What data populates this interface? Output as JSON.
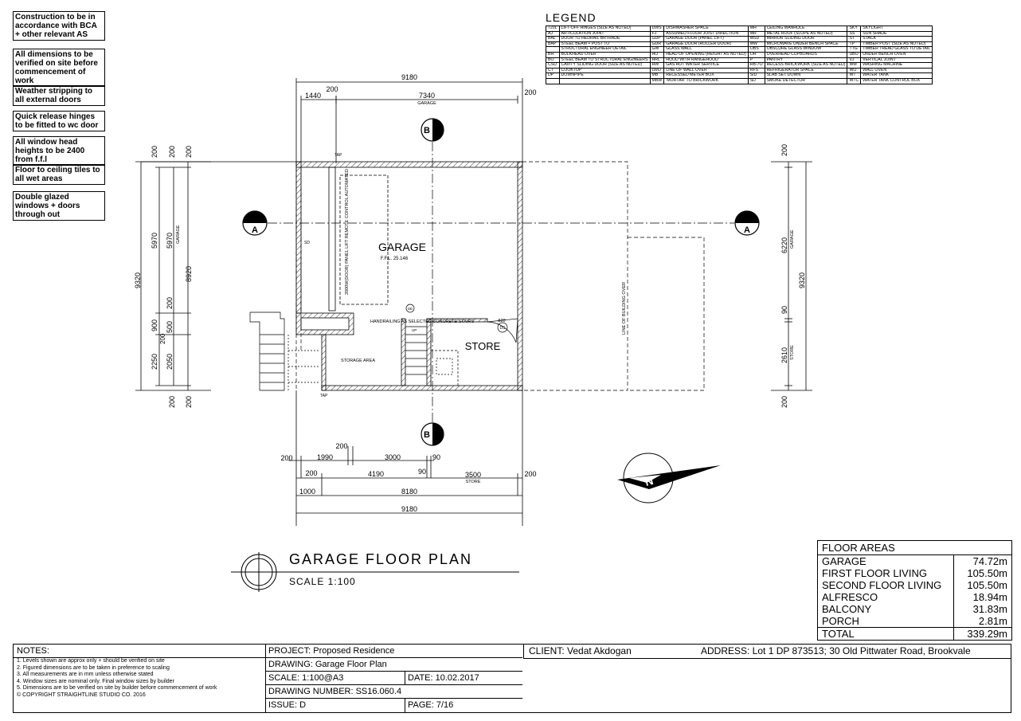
{
  "notes_left": [
    "Construction to be in accordance with BCA + other relevant AS",
    "All dimensions to be verified on site before commencement of work",
    "Weather stripping to all external doors",
    "Quick release hinges to be fitted to wc door",
    "All window head heights to be 2400 from f.f.l",
    "Floor to ceiling tiles to all wet areas",
    "Double glazed windows + doors through out"
  ],
  "legend": {
    "title": "LEGEND",
    "rows": [
      [
        "720L",
        "LIFT-OFF HINGES (SIZE AS NOTED)",
        "DWS",
        "DISHWASHER SPACE",
        "MH",
        "CEILING MANHOLE",
        "SKY",
        "SKYLIGHT"
      ],
      [
        "AJ",
        "ARTICULATION JOINT",
        "FJ",
        "ASSUMED FLOOR JOIST DIRECTION",
        "MR",
        "METAL ROOF (SLOPE AS NOTED)",
        "SS",
        "SUN SHADE"
      ],
      [
        "BAL",
        "DOOR TO HEDRAIL BRTRADE",
        "GDP",
        "GARAGE DOOR (PANEL LIFT)",
        "MSD",
        "MIRROR SLIDING DOOR",
        "ST",
        "STACK"
      ],
      [
        "BAP",
        "STEEL BEAM + POST TO",
        "GDR",
        "GARAGE DOOR (ROLLER DOOR)",
        "MW",
        "MICROWAVE UNDER BENCH SPACE",
        "TP",
        "TIMBER POST (SIZE AS NOTED)"
      ],
      [
        "",
        "STRUCTURAL ENGINEER DETAIL",
        "GW",
        "GLASS WALL",
        "OBS",
        "OBSCURE GLASS WINDOW",
        "TTG",
        "TIMBER TREAD GLASS TO DETAIL"
      ],
      [
        "BH",
        "BULKHEAD OVER",
        "HO",
        "HEAD OF OPENING (HEIGHT AS NOTED)",
        "OH",
        "OVERHEAD CUPBOARDS",
        "UBO",
        "UNDER BENCH OVEN"
      ],
      [
        "BO",
        "STEEL BEAM TO STRUCTURAL ENGINEERS",
        "HRL",
        "HOOD WITH RANGEHOOD",
        "P",
        "PANTRY",
        "VJ",
        "VERTICAL JOINT"
      ],
      [
        "CSD",
        "CAVITY SLIDING DOOR (SIZE AS NOTED)",
        "HW",
        "GAS HOT WATER SERVICE",
        "RB-7O",
        "RECESS BRICKWORK (SIZE AS NOTED)",
        "WM",
        "WASHING MACHINE"
      ],
      [
        "CT",
        "COOKTOP",
        "LWO",
        "LINE OF WALL OVER",
        "RFS",
        "REFRIGERATOR SPACE",
        "WO",
        "WALL OVEN"
      ],
      [
        "DP",
        "DOWNPIPE",
        "MB",
        "RECESSED METER BOX",
        "S/D",
        "SLAB SET DOWN",
        "WT",
        "WATER TANK"
      ],
      [
        "",
        "",
        "MBW",
        "'MORTAR' TO BRICKWORK",
        "SD",
        "SMOKE DETECTOR",
        "WTC",
        "WATER TANK CONTROL BOX"
      ]
    ]
  },
  "plan": {
    "dims_top": [
      "9180",
      "200",
      "1440",
      "7340",
      "GARAGE",
      "200"
    ],
    "dims_bottom": [
      "200",
      "200",
      "1990",
      "3000",
      "90",
      "200",
      "4190",
      "90",
      "3500",
      "STORE",
      "200",
      "1000",
      "8180",
      "9180"
    ],
    "dims_left": [
      "200",
      "200",
      "200",
      "5970",
      "5970",
      "GARAGE",
      "9320",
      "8920",
      "200",
      "900",
      "500",
      "200",
      "2250",
      "2050",
      "200",
      "200"
    ],
    "dims_right": [
      "200",
      "6220",
      "GARAGE",
      "9320",
      "90",
      "2610",
      "STORE",
      "200"
    ],
    "section_a": "A",
    "section_b": "B",
    "room_garage": "GARAGE",
    "ffl": "F.F.L. 25.146",
    "room_store": "STORE",
    "storage_area": "STORAGE AREA",
    "handrail": "HANDRAILING AS SELECTED CONCRETE STAIRS",
    "door_label": "2000W(DOOR) PANEL LIFT REMOTE CONTROL AUTOMATED",
    "line_building_over": "LINE OF BUILDING OVER",
    "tap": "TAP",
    "up": "UP",
    "sd": "SD",
    "ds": "DS",
    "dim_820": "820",
    "north": "N"
  },
  "title": {
    "main": "GARAGE FLOOR PLAN",
    "scale": "SCALE 1:100"
  },
  "floor_areas": {
    "title": "FLOOR AREAS",
    "rows": [
      {
        "name": "GARAGE",
        "value": "74.72m"
      },
      {
        "name": "FIRST FLOOR LIVING",
        "value": "105.50m"
      },
      {
        "name": "SECOND FLOOR LIVING",
        "value": "105.50m"
      },
      {
        "name": "ALFRESCO",
        "value": "18.94m"
      },
      {
        "name": "BALCONY",
        "value": "31.83m"
      },
      {
        "name": "PORCH",
        "value": "2.81m"
      }
    ],
    "total_label": "TOTAL",
    "total_value": "339.29m"
  },
  "title_block": {
    "notes_header": "NOTES:",
    "notes": [
      "1. Levels shown are approx only + should be verified on site",
      "2. Figured dimensions are to be taken in preference to scaling",
      "3. All measurements are in mm unless otherwise stated",
      "4. Window sizes are nominal only. Final window sizes by builder",
      "5. Dimensions are to be verified on site by builder before commencement of work",
      "© COPYRIGHT STRAIGHTLINE STUDIO CO. 2016"
    ],
    "project": "PROJECT: Proposed Residence",
    "drawing": "DRAWING: Garage Floor Plan",
    "scale": "SCALE: 1:100@A3",
    "date": "DATE: 10.02.2017",
    "drawing_number": "DRAWING NUMBER: SS16.060.4",
    "issue": "ISSUE: D",
    "page": "PAGE: 7/16",
    "client": "CLIENT: Vedat Akdogan",
    "address": "ADDRESS: Lot 1 DP 873513; 30 Old Pittwater Road, Brookvale"
  }
}
